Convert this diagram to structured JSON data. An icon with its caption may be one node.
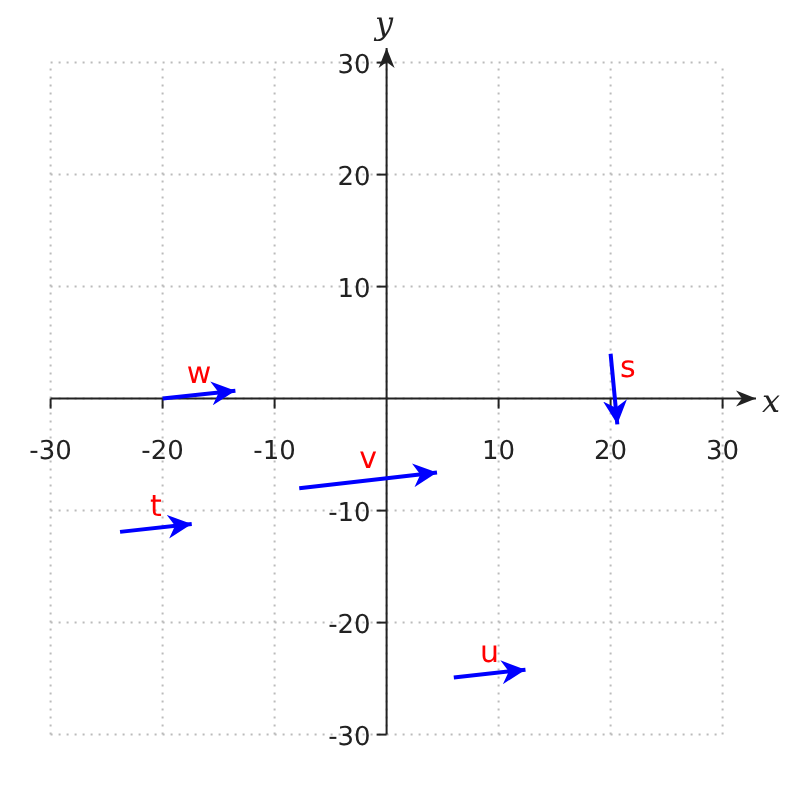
{
  "diagram": {
    "chart_data": {
      "type": "line",
      "xlabel": "x",
      "ylabel": "y",
      "xlim": [
        -30,
        30
      ],
      "ylim": [
        -30,
        30
      ],
      "xticks": [
        -30,
        -20,
        -10,
        10,
        20,
        30
      ],
      "yticks": [
        -30,
        -20,
        -10,
        10,
        20,
        30
      ],
      "series": [
        {
          "name": "w",
          "color": "#0000ff",
          "x": [
            -20,
            -13.5
          ],
          "values": [
            0,
            0.7
          ]
        },
        {
          "name": "s",
          "color": "#0000ff",
          "x": [
            20,
            20.6
          ],
          "values": [
            4,
            -2.3
          ]
        },
        {
          "name": "v",
          "color": "#0000ff",
          "x": [
            -7.8,
            4.5
          ],
          "values": [
            -8,
            -6.6
          ]
        },
        {
          "name": "t",
          "color": "#0000ff",
          "x": [
            -23.8,
            -17.4
          ],
          "values": [
            -11.9,
            -11.2
          ]
        },
        {
          "name": "u",
          "color": "#0000ff",
          "x": [
            6,
            12.4
          ],
          "values": [
            -24.9,
            -24.2
          ]
        }
      ],
      "grid": true
    }
  }
}
